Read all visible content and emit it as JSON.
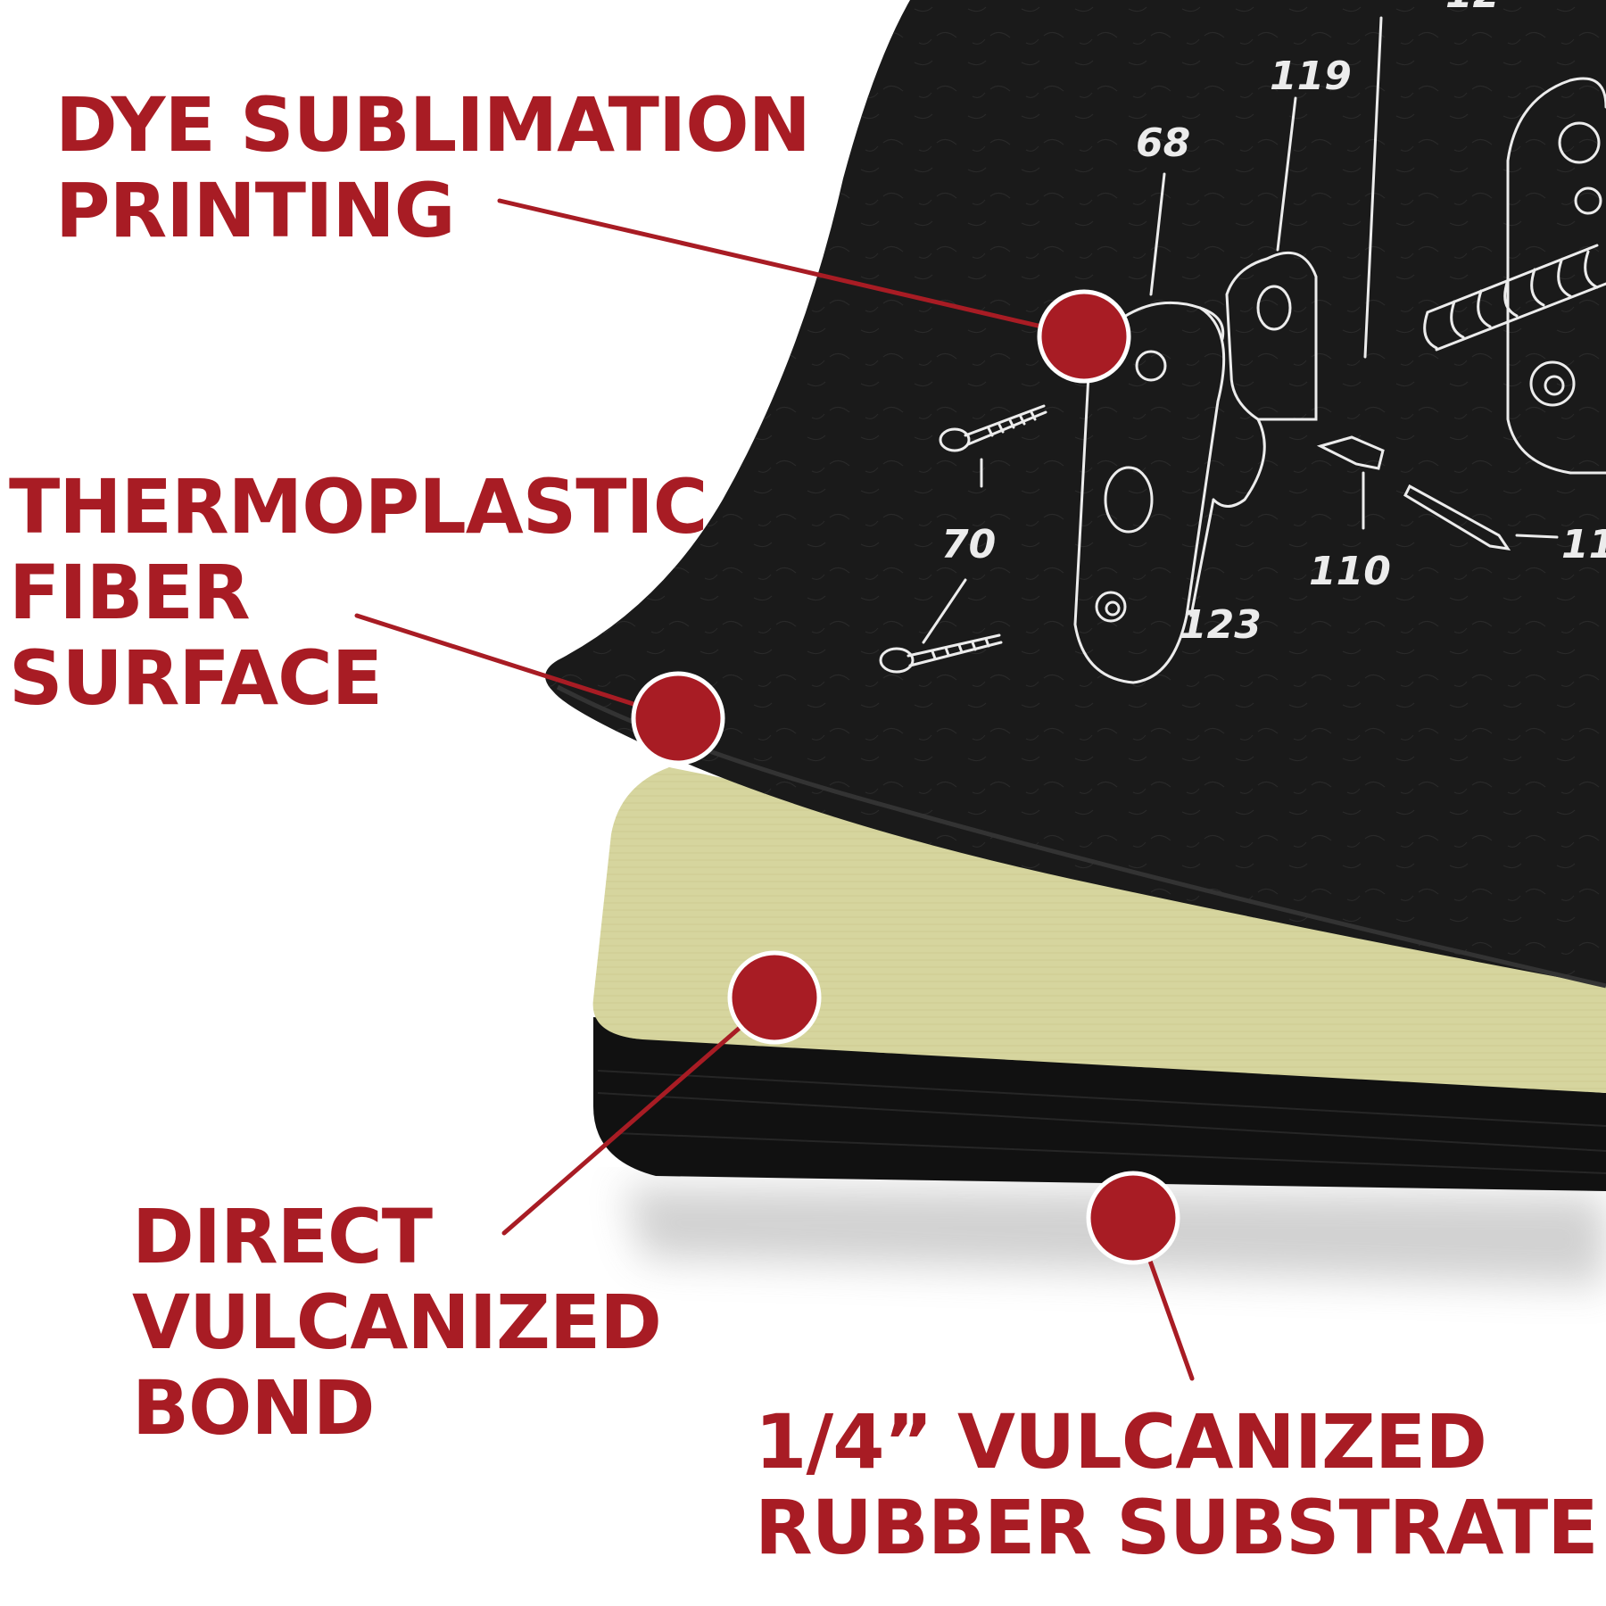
{
  "colors": {
    "accent": "#a81c24",
    "mat_black": "#1a1a1a",
    "bond_layer": "#d6d59e",
    "line_art": "#ececec",
    "background": "#ffffff"
  },
  "callouts": [
    {
      "id": "dye-sublimation",
      "lines": [
        "DYE SUBLIMATION",
        "PRINTING"
      ]
    },
    {
      "id": "thermoplastic",
      "lines": [
        "THERMOPLASTIC",
        "FIBER",
        "SURFACE"
      ]
    },
    {
      "id": "vulcanized-bond",
      "lines": [
        "DIRECT",
        "VULCANIZED",
        "BOND"
      ]
    },
    {
      "id": "rubber-substrate",
      "lines": [
        "1/4” VULCANIZED",
        "RUBBER SUBSTRATE"
      ]
    }
  ],
  "part_numbers": {
    "p119": "119",
    "p68": "68",
    "p70": "70",
    "p110": "110",
    "p123": "123",
    "p12x": "12",
    "p11x": "11"
  }
}
